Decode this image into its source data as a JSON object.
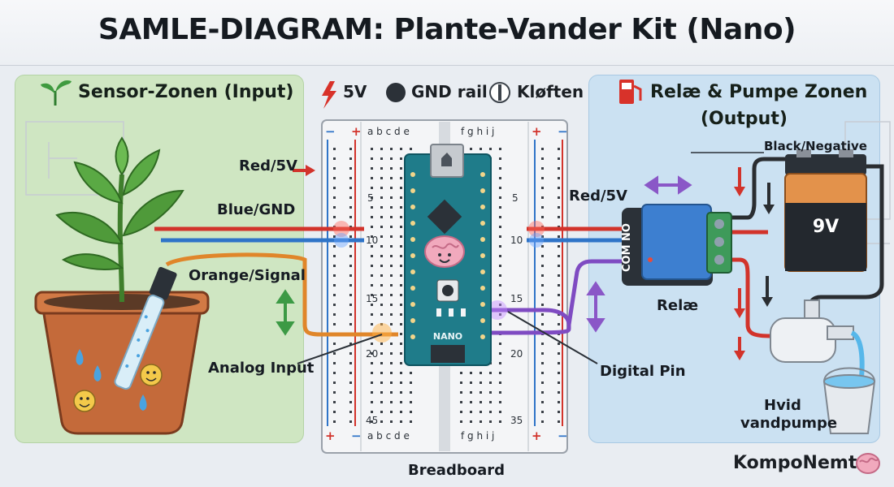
{
  "title": "SAMLE-DIAGRAM: Plante-Vander Kit (Nano)",
  "legend": {
    "power": "5V",
    "ground": "GND rail",
    "divider": "Kløften"
  },
  "sensor_zone": {
    "title": "Sensor-Zonen (Input)"
  },
  "relay_zone": {
    "title_line1": "Relæ & Pumpe Zonen",
    "title_line2": "(Output)"
  },
  "wires_left": {
    "red": "Red/5V",
    "blue": "Blue/GND",
    "orange": "Orange/Signal",
    "analog": "Analog Input"
  },
  "wires_right": {
    "red": "Red/5V",
    "digital": "Digital Pin",
    "black": "Black/Negative",
    "relay": "Relæ",
    "relay_terminals": "COM NO",
    "battery": "9V",
    "pump_line1": "Hvid",
    "pump_line2": "vandpumpe"
  },
  "breadboard": {
    "label": "Breadboard",
    "cols_left_top": "a b c d e",
    "cols_right_top": "f g h i j",
    "cols_left_bottom": "a b c d e",
    "cols_right_bottom": "f g h i j",
    "row_numbers_left": [
      "5",
      "10",
      "15",
      "20",
      "45"
    ],
    "row_numbers_right": [
      "5",
      "10",
      "15",
      "20",
      "35"
    ],
    "plus": "+",
    "minus": "−"
  },
  "nano": {
    "label": "NANO"
  },
  "brand": "KompoNemt",
  "colors": {
    "red_wire": "#d2332b",
    "blue_wire": "#2f74c8",
    "orange_wire": "#e0862a",
    "purple_wire": "#7f4bc2",
    "black_wire": "#2a2d31",
    "nano_board": "#1f7c8a",
    "relay": "#3d7fd0",
    "sensor_bg": "#cfe6c2",
    "relay_bg": "#cbe1f2"
  }
}
